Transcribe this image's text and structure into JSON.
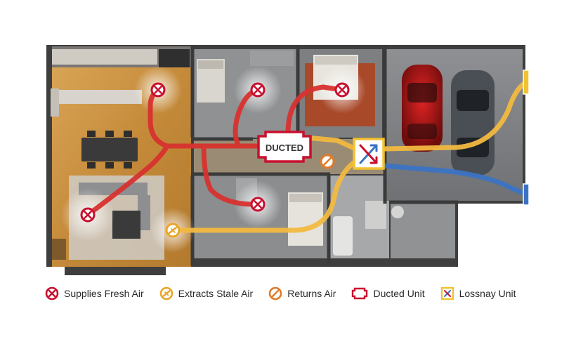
{
  "diagram": {
    "ducted_unit_label": "DUCTED",
    "colors": {
      "supply": "#d32f2f",
      "extract": "#f2b33d",
      "return": "#e07b2a",
      "ducted_unit": "#c8102e",
      "lossnay_unit": "#f2c230",
      "outdoor_exhaust": "#3b73c4",
      "floor_wood": "#c9933f",
      "floor_concrete": "#8a8c8e",
      "walls": "#4a4a4a"
    },
    "icons": {
      "supply": "supply-fresh-air-icon",
      "extract": "extract-stale-air-icon",
      "return": "return-air-icon",
      "ducted": "ducted-unit-icon",
      "lossnay": "lossnay-unit-icon"
    }
  },
  "legend": {
    "items": [
      {
        "key": "supply",
        "label": "Supplies Fresh Air"
      },
      {
        "key": "extract",
        "label": "Extracts Stale Air"
      },
      {
        "key": "return",
        "label": "Returns Air"
      },
      {
        "key": "ducted",
        "label": "Ducted Unit"
      },
      {
        "key": "lossnay",
        "label": "Lossnay Unit"
      }
    ]
  }
}
